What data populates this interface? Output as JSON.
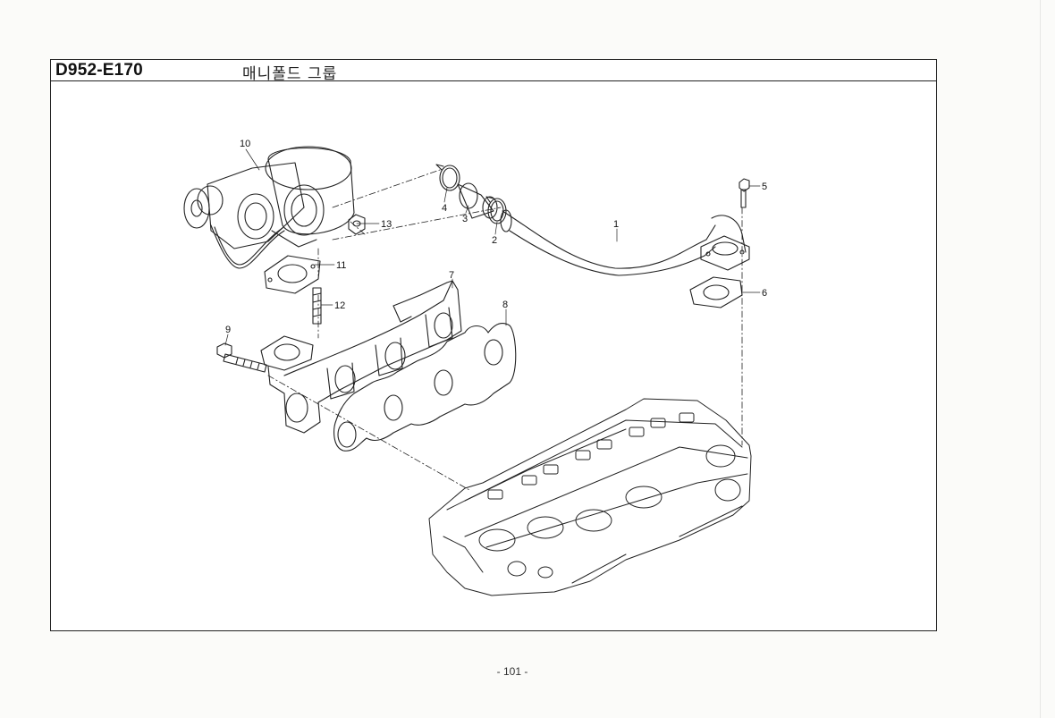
{
  "header": {
    "code": "D952-E170",
    "title": "매니폴드 그룹"
  },
  "callouts": {
    "c1": "1",
    "c2": "2",
    "c3": "3",
    "c4": "4",
    "c5": "5",
    "c6": "6",
    "c7": "7",
    "c8": "8",
    "c9": "9",
    "c10": "10",
    "c11": "11",
    "c12": "12",
    "c13": "13"
  },
  "footer": {
    "page_number": "- 101 -"
  }
}
